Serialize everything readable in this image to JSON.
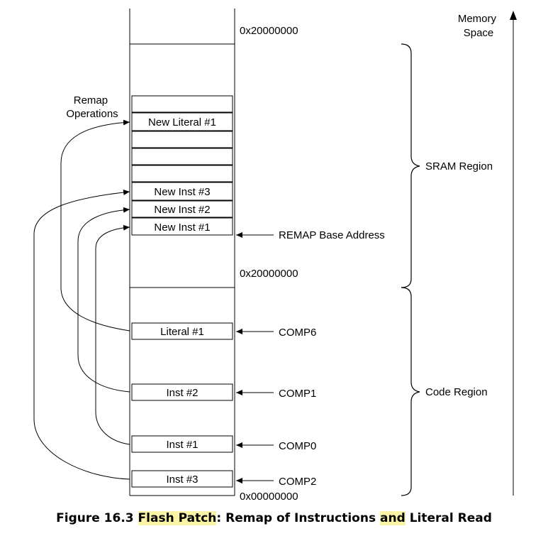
{
  "memory_space": [
    "Memory",
    "Space"
  ],
  "remap_operations": [
    "Remap",
    "Operations"
  ],
  "addresses": {
    "top": "0x20000000",
    "middle": "0x20000000",
    "bottom": "0x00000000"
  },
  "cells": {
    "new_literal_1": "New Literal #1",
    "new_inst_3": "New Inst #3",
    "new_inst_2": "New Inst #2",
    "new_inst_1": "New Inst #1",
    "literal_1": "Literal #1",
    "inst_2": "Inst #2",
    "inst_1": "Inst #1",
    "inst_3": "Inst #3"
  },
  "pointers": {
    "remap_base": "REMAP Base Address",
    "comp6": "COMP6",
    "comp1": "COMP1",
    "comp0": "COMP0",
    "comp2": "COMP2"
  },
  "regions": {
    "sram": "SRAM Region",
    "code": "Code Region"
  },
  "caption": {
    "prefix": "Figure 16.3",
    "hl1": "Flash Patch",
    "middle": ": Remap of Instructions",
    "hl2": "and",
    "suffix": "Literal Read"
  }
}
